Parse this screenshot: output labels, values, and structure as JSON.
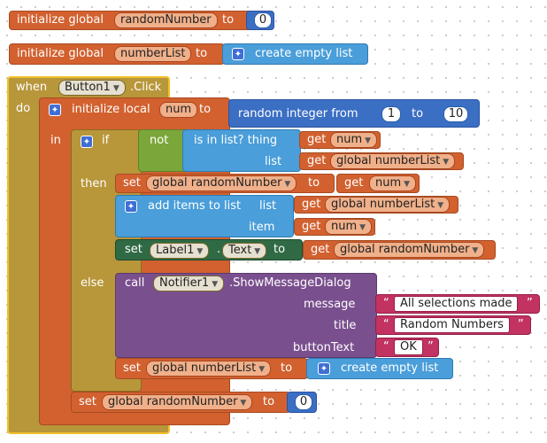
{
  "blocks": {
    "init1": {
      "prefix": "initialize global",
      "var": "randomNumber",
      "to": "to",
      "value": "0"
    },
    "init2": {
      "prefix": "initialize global",
      "var": "numberList",
      "to": "to",
      "action": "create empty list"
    },
    "event": {
      "when": "when",
      "component": "Button1",
      "event": ".Click",
      "do": "do"
    },
    "local": {
      "prefix": "initialize local",
      "var": "num",
      "to": "to",
      "in": "in"
    },
    "random": {
      "label": "random integer from",
      "from": "1",
      "to_word": "to",
      "to": "10"
    },
    "if": {
      "if": "if",
      "not": "not",
      "isin": "is in list? thing",
      "list": "list",
      "then": "then",
      "else": "else"
    },
    "get_num": {
      "get": "get",
      "var": "num"
    },
    "get_list": {
      "get": "get",
      "var": "global numberList"
    },
    "set1": {
      "set": "set",
      "var": "global randomNumber",
      "to": "to",
      "get": "get",
      "val": "num"
    },
    "additems": {
      "label": "add items to list",
      "list": "list",
      "get": "get",
      "listvar": "global numberList",
      "item": "item",
      "itemget": "get",
      "itemvar": "num"
    },
    "setlabel": {
      "set": "set",
      "component": "Label1",
      "dot": ".",
      "prop": "Text",
      "to": "to",
      "get": "get",
      "val": "global randomNumber"
    },
    "call": {
      "call": "call",
      "component": "Notifier1",
      "method": ".ShowMessageDialog",
      "message": "message",
      "message_val": "All selections made",
      "title": "title",
      "title_val": "Random Numbers",
      "buttonText": "buttonText",
      "button_val": "OK"
    },
    "set2": {
      "set": "set",
      "var": "global numberList",
      "to": "to",
      "action": "create empty list"
    },
    "set3": {
      "set": "set",
      "var": "global randomNumber",
      "to": "to",
      "value": "0"
    }
  },
  "colors": {
    "variables": "#d2612f",
    "math": "#3b6fc4",
    "lists": "#4a9ed9",
    "control": "#b8963a",
    "logic": "#7ba63a",
    "text": "#c23361"
  }
}
